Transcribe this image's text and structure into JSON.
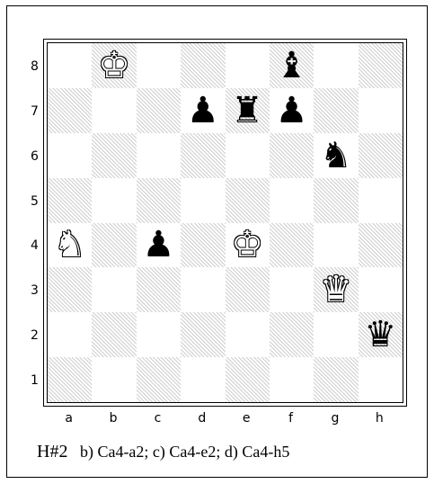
{
  "ranks": [
    "8",
    "7",
    "6",
    "5",
    "4",
    "3",
    "2",
    "1"
  ],
  "files": [
    "a",
    "b",
    "c",
    "d",
    "e",
    "f",
    "g",
    "h"
  ],
  "pieces": [
    {
      "square": "b8",
      "color": "white",
      "type": "king",
      "glyph": "♚",
      "name": "white-king-icon"
    },
    {
      "square": "f8",
      "color": "black",
      "type": "bishop",
      "glyph": "♝",
      "name": "black-bishop-icon"
    },
    {
      "square": "d7",
      "color": "black",
      "type": "pawn",
      "glyph": "♟",
      "name": "black-pawn-icon"
    },
    {
      "square": "e7",
      "color": "black",
      "type": "rook",
      "glyph": "♜",
      "name": "black-rook-icon"
    },
    {
      "square": "f7",
      "color": "black",
      "type": "pawn",
      "glyph": "♟",
      "name": "black-pawn-icon"
    },
    {
      "square": "g6",
      "color": "black",
      "type": "knight",
      "glyph": "♞",
      "name": "black-knight-icon"
    },
    {
      "square": "a4",
      "color": "white",
      "type": "knight",
      "glyph": "♞",
      "name": "white-knight-icon"
    },
    {
      "square": "c4",
      "color": "black",
      "type": "pawn",
      "glyph": "♟",
      "name": "black-pawn-icon"
    },
    {
      "square": "e4",
      "color": "white",
      "type": "king",
      "glyph": "♚",
      "name": "white-king-icon"
    },
    {
      "square": "g3",
      "color": "white",
      "type": "queen",
      "glyph": "♛",
      "name": "white-queen-icon"
    },
    {
      "square": "h2",
      "color": "black",
      "type": "queen",
      "glyph": "♛",
      "name": "black-queen-icon"
    }
  ],
  "caption": {
    "stipulation": "H#2",
    "twins": "b) Ca4-a2;  c) Ca4-e2;  d) Ca4-h5"
  }
}
